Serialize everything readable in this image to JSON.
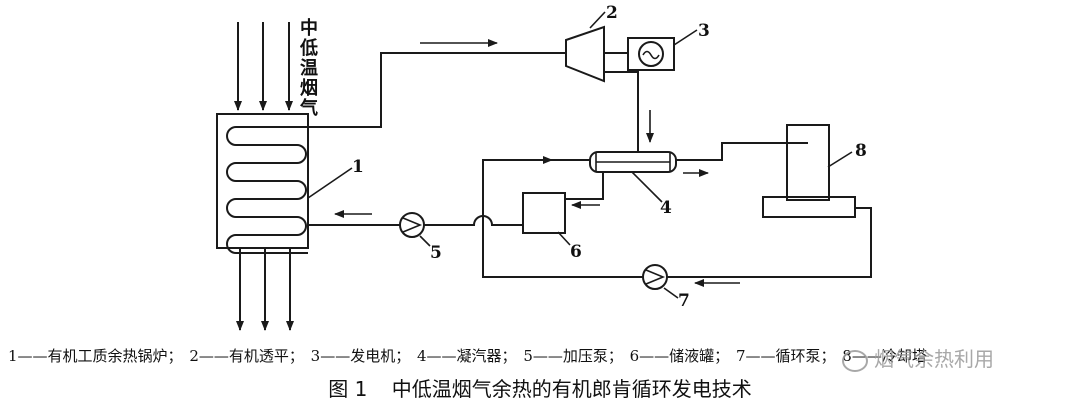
{
  "diagram": {
    "flue_gas_label": "中低温烟气",
    "component_numbers": [
      "1",
      "2",
      "3",
      "4",
      "5",
      "6",
      "7",
      "8"
    ]
  },
  "legend_items": [
    "1——有机工质余热锅炉；",
    "2——有机透平；",
    "3——发电机；",
    "4——凝汽器；",
    "5——加压泵；",
    "6——储液罐；",
    "7——循环泵；",
    "8——冷却塔"
  ],
  "caption": {
    "figure_label": "图 1",
    "title": "中低温烟气余热的有机郎肯循环发电技术"
  },
  "watermark": {
    "text": "烟气余热利用"
  }
}
